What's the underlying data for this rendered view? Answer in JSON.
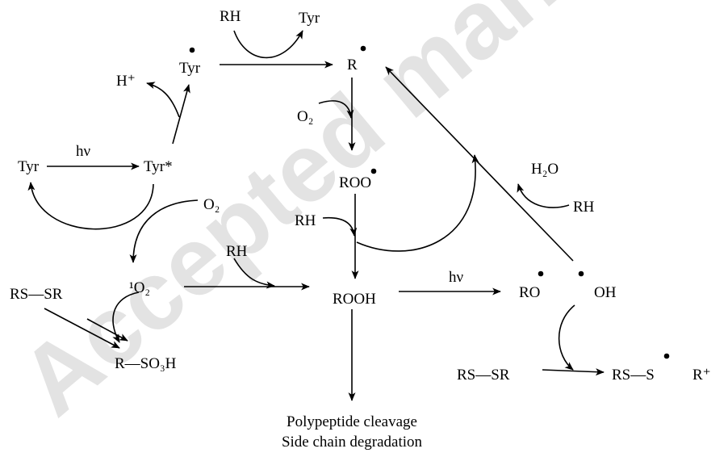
{
  "watermark": "Accepted manuscript",
  "species": {
    "tyr_left": "Tyr",
    "hv1": "hν",
    "tyr_star": "Tyr*",
    "o2_right": "O₂",
    "singlet_o2": "¹O₂",
    "rssr_left": "RS—SR",
    "rso3h": "R—SO₃H",
    "h_plus": "H⁺",
    "tyr_radical": "Tyr",
    "rh_top": "RH",
    "tyr_top": "Tyr",
    "r_radical": "R",
    "o2_mid": "O₂",
    "roo_radical": "ROO",
    "rh_mid": "RH",
    "rh_lower": "RH",
    "rooh": "ROOH",
    "hv2": "hν",
    "ro_radical": "RO",
    "oh_radical": "OH",
    "h2o": "H₂O",
    "rh_right": "RH",
    "rssr_right": "RS—SR",
    "rss_radical": "RS—S",
    "r_plus": "R⁺"
  },
  "products": {
    "line1": "Polypeptide cleavage",
    "line2": "Side chain degradation"
  }
}
